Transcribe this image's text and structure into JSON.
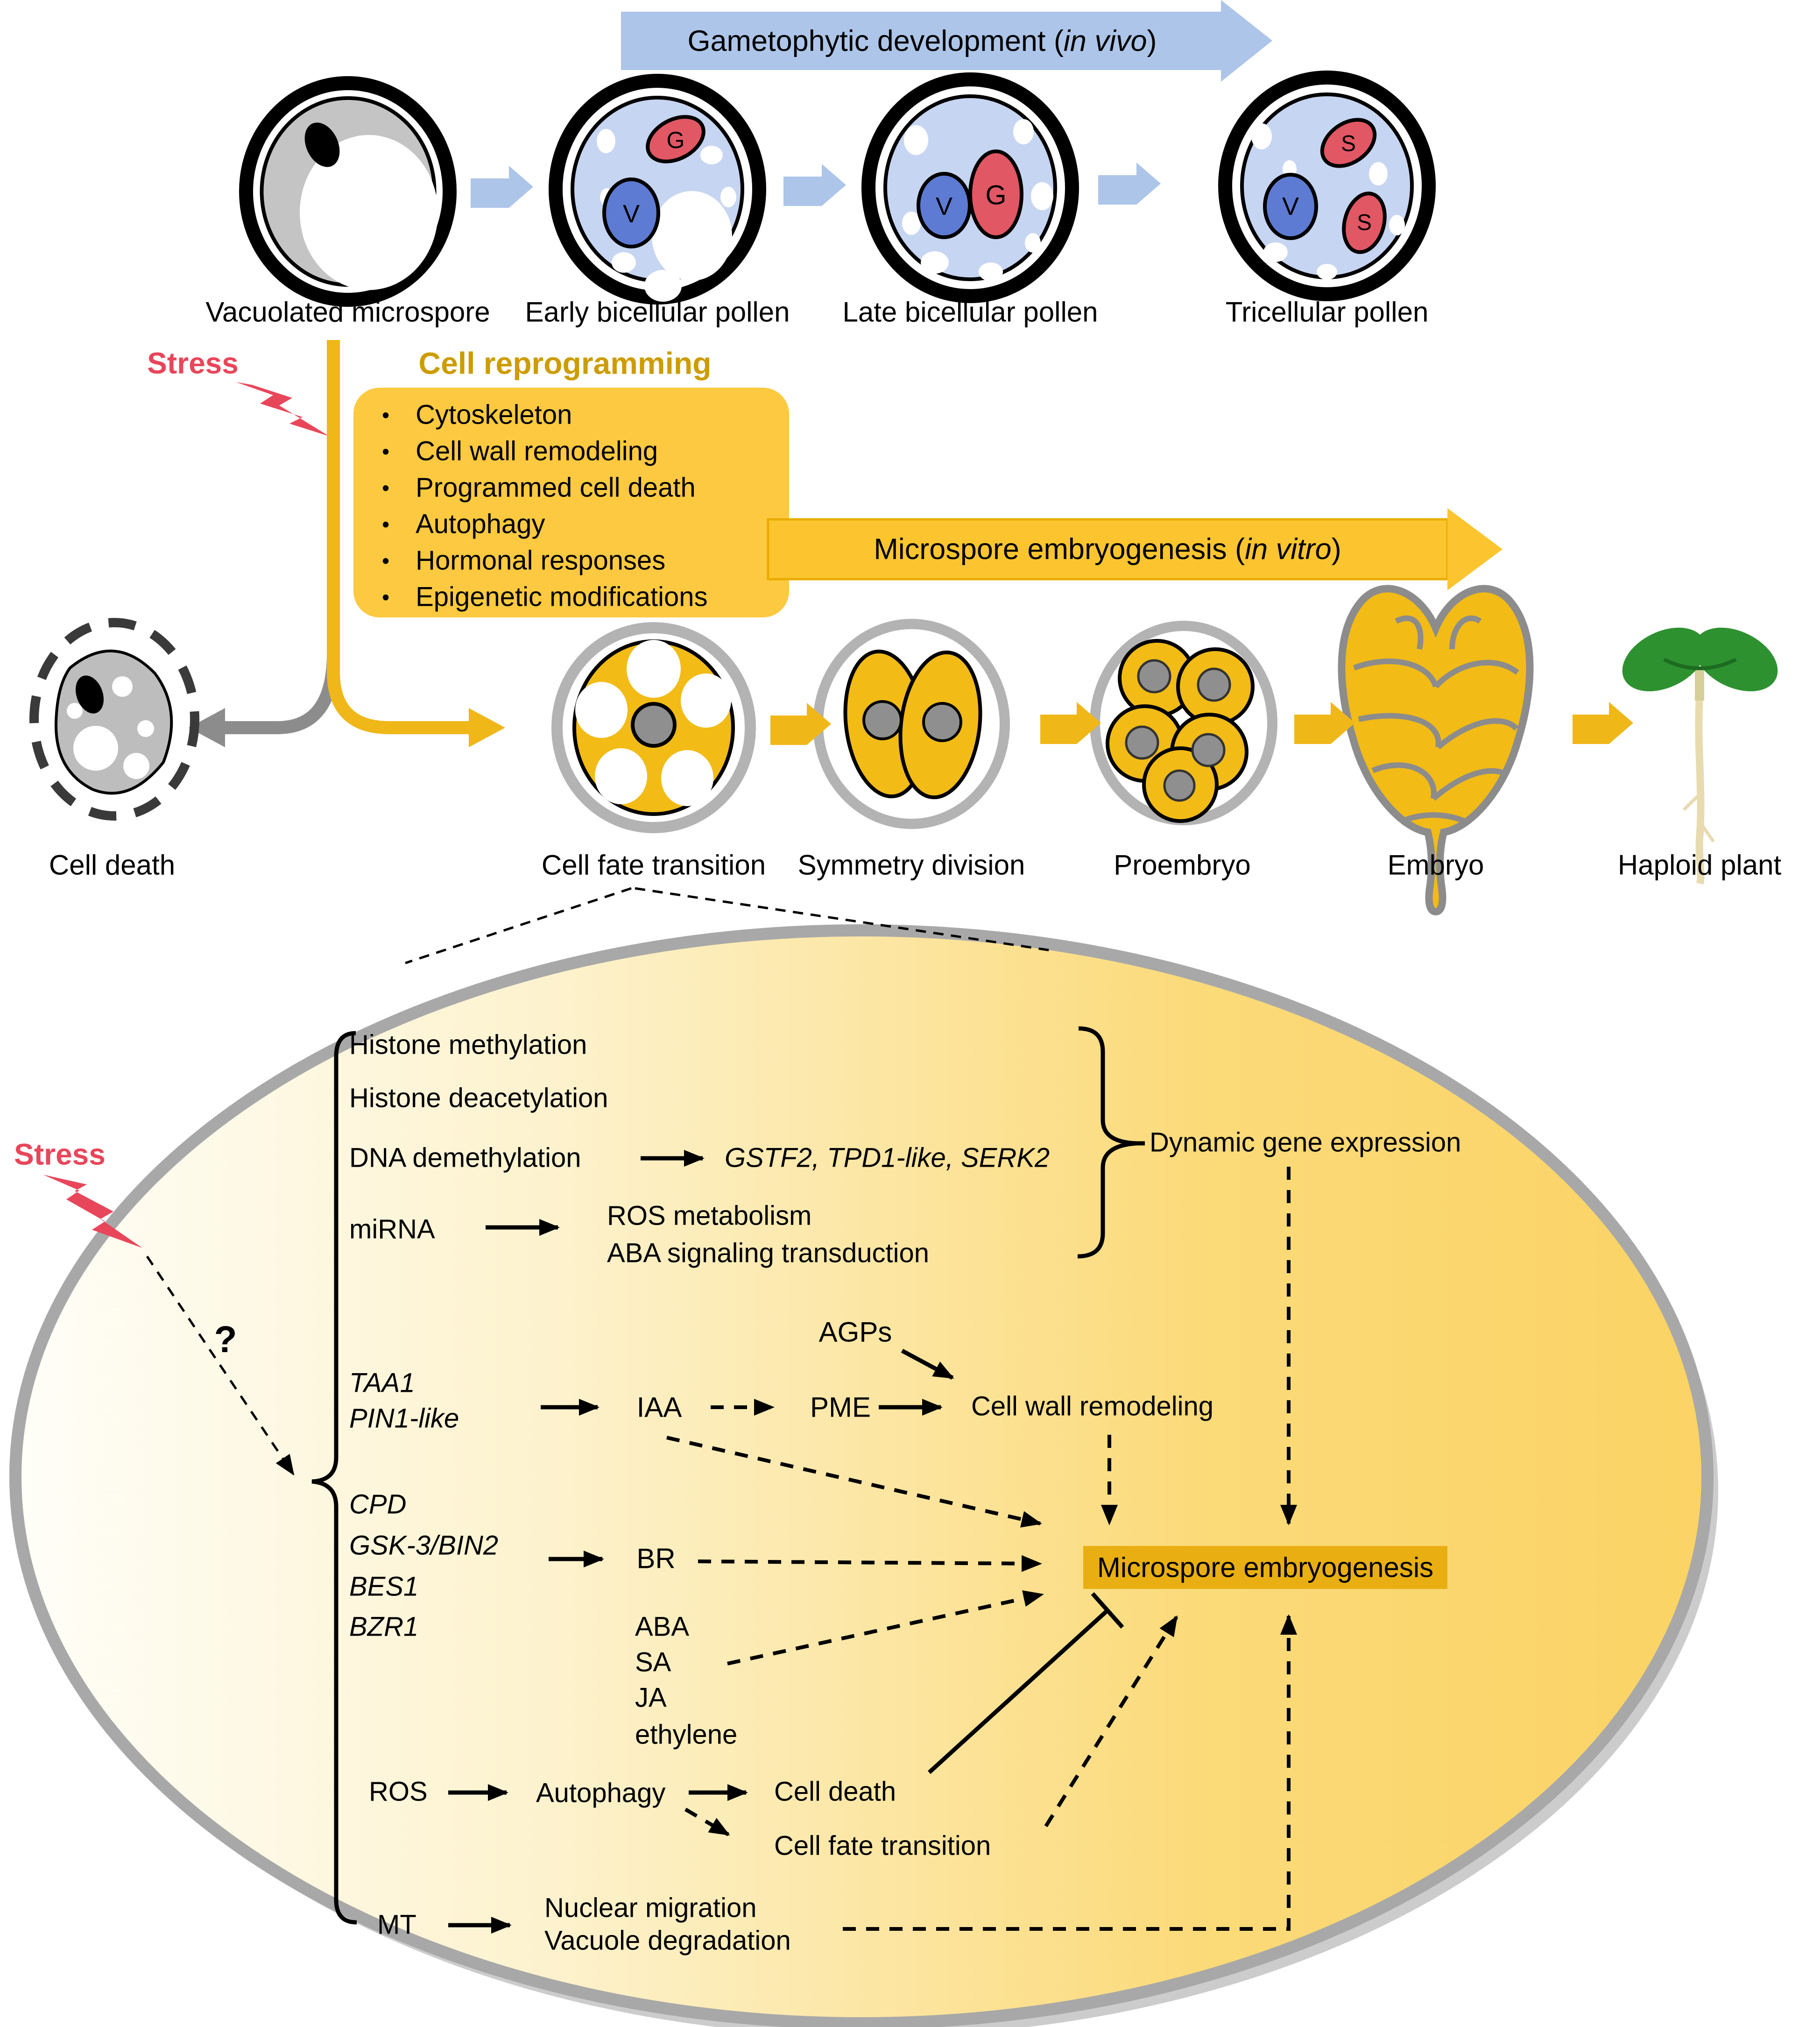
{
  "top_row": {
    "banner": {
      "prefix": "Gametophytic development (",
      "italic": "in vivo",
      "suffix": ")"
    },
    "cells": [
      {
        "label": "Vacuolated microspore",
        "nuclei": []
      },
      {
        "label": "Early bicellular pollen",
        "nuclei": [
          "V",
          "G"
        ]
      },
      {
        "label": "Late bicellular pollen",
        "nuclei": [
          "V",
          "G"
        ]
      },
      {
        "label": "Tricellular pollen",
        "nuclei": [
          "V",
          "S",
          "S"
        ]
      }
    ]
  },
  "reprogramming": {
    "stress_label": "Stress",
    "title": "Cell reprogramming",
    "bullet_glyph": "•",
    "bullets": [
      "Cytoskeleton",
      "Cell wall remodeling",
      "Programmed cell death",
      "Autophagy",
      "Hormonal responses",
      "Epigenetic modifications"
    ]
  },
  "invitro_banner": {
    "prefix": "Microspore embryogenesis (",
    "italic": "in vitro",
    "suffix": ")"
  },
  "row2": {
    "labels": [
      "Cell death",
      "Cell fate transition",
      "Symmetry division",
      "Proembryo",
      "Embryo",
      "Haploid plant"
    ]
  },
  "oval": {
    "stress_label": "Stress",
    "question_mark": "?",
    "epigenetic": {
      "histone_methylation": "Histone methylation",
      "histone_deacetylation": "Histone deacetylation",
      "dna_demethylation": "DNA demethylation",
      "genes": "GSTF2, TPD1-like, SERK2",
      "mirna": "miRNA",
      "mirna_target_1": "ROS metabolism",
      "mirna_target_2": "ABA signaling transduction",
      "dynamic": "Dynamic gene expression"
    },
    "auxin": {
      "gene_1": "TAA1",
      "gene_2": "PIN1-like",
      "iaa": "IAA",
      "pme": "PME",
      "agps": "AGPs",
      "cell_wall_remodeling": "Cell wall remodeling"
    },
    "brassinosteroid": {
      "gene_1": "CPD",
      "gene_2": "GSK-3/BIN2",
      "gene_3": "BES1",
      "gene_4": "BZR1",
      "br": "BR"
    },
    "hormones": [
      "ABA",
      "SA",
      "JA",
      "ethylene"
    ],
    "ros_pathway": {
      "ros": "ROS",
      "autophagy": "Autophagy",
      "cell_death": "Cell death",
      "cell_fate_transition": "Cell fate transition"
    },
    "mt_pathway": {
      "mt": "MT",
      "target_1": "Nuclear migration",
      "target_2": "Vacuole degradation"
    },
    "highlight_box": "Microspore embryogenesis"
  },
  "colors": {
    "blue_banner": "#adc5e8",
    "pollen_cytoplasm": "#c6d5f1",
    "vegetative_nucleus_blue": "#5d7bd3",
    "generative_nucleus_red": "#e25764",
    "yellow_banner": "#fcc52f",
    "reprogramming_box_yellow": "#fcc940",
    "title_gold": "#cd9c00",
    "cell_yellow": "#f2bb16",
    "highlight_box_gold": "#e9af12",
    "oval_border_gray": "#a8a8a8",
    "oval_fill_left": "#fffef6",
    "oval_fill_right": "#fbd468",
    "stress_red": "#e8465a",
    "gray_ring": "#b3b3b3",
    "nucleus_gray": "#8f8f8f",
    "leaf_green": "#2e9130"
  }
}
